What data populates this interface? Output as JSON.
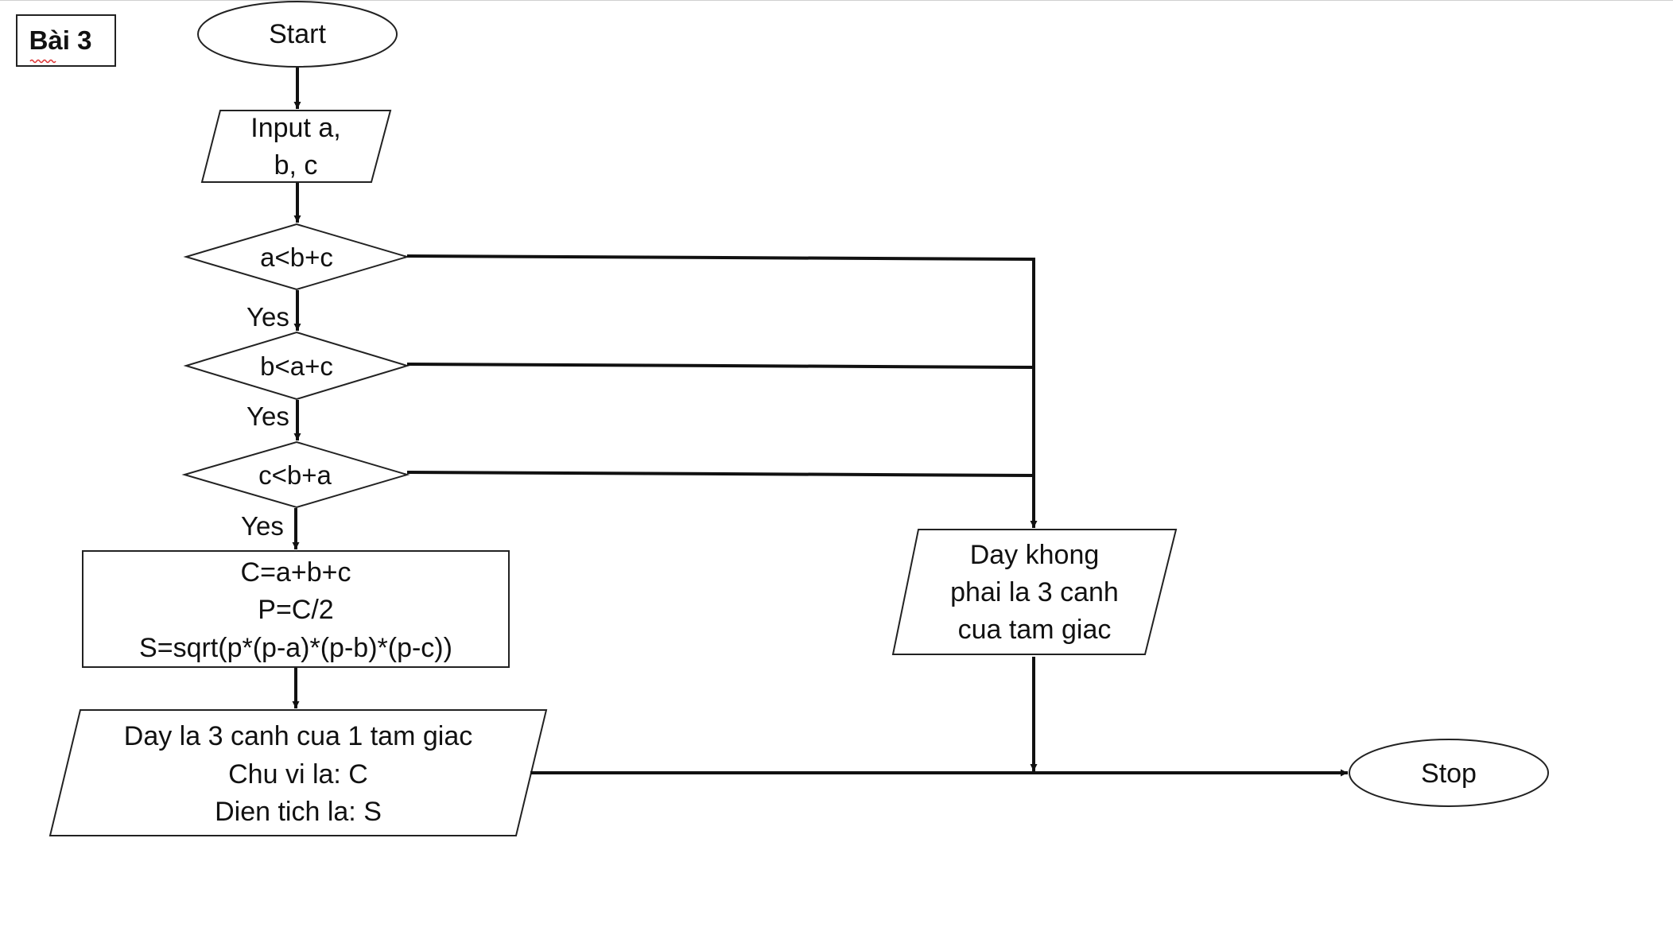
{
  "title": "Bài 3",
  "nodes": {
    "start": "Start",
    "input": [
      "Input a,",
      "b, c"
    ],
    "cond1": "a<b+c",
    "cond2": "b<a+c",
    "cond3": "c<b+a",
    "process": [
      "C=a+b+c",
      "P=C/2",
      "S=sqrt(p*(p-a)*(p-b)*(p-c))"
    ],
    "output_yes": [
      "Day la 3 canh cua 1 tam giac",
      "Chu vi la: C",
      "Dien tich la: S"
    ],
    "output_no": [
      "Day khong",
      "phai la 3 canh",
      "cua tam giac"
    ],
    "stop": "Stop"
  },
  "edge_labels": {
    "yes1": "Yes",
    "yes2": "Yes",
    "yes3": "Yes"
  }
}
